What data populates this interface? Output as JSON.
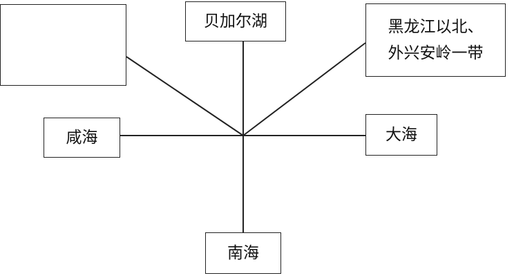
{
  "diagram": {
    "nodes": {
      "top_left": "",
      "top": "贝加尔湖",
      "top_right_line1": "黑龙江以北、",
      "top_right_line2": "外兴安岭一带",
      "left": "咸海",
      "right": "大海",
      "bottom": "南海"
    },
    "colors": {
      "line": "#222222",
      "border": "#222222",
      "text": "#111111",
      "background": "#ffffff"
    }
  }
}
